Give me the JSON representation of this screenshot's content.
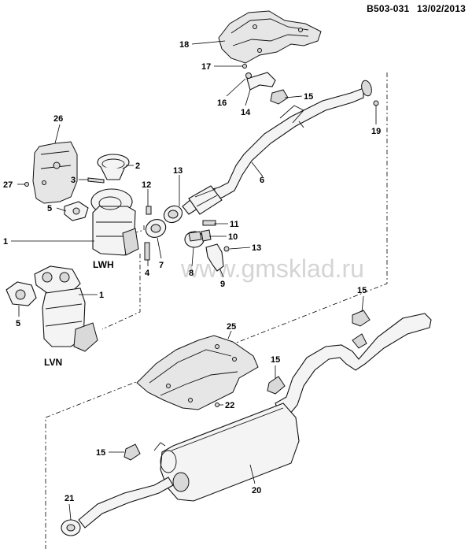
{
  "header": {
    "code": "B503-031",
    "date": "13/02/2013"
  },
  "watermark": "www.gmsklad.ru",
  "engine_labels": {
    "upper": "LWH",
    "lower": "LVN"
  },
  "callouts": {
    "c18": "18",
    "c17": "17",
    "c16": "16",
    "c14": "14",
    "c15a": "15",
    "c19": "19",
    "c26": "26",
    "c2": "2",
    "c3": "3",
    "c27": "27",
    "c13a": "13",
    "c6": "6",
    "c12": "12",
    "c5a": "5",
    "c11": "11",
    "c10": "10",
    "c1a": "1",
    "c13b": "13",
    "c4": "4",
    "c7": "7",
    "c8": "8",
    "c9": "9",
    "c1b": "1",
    "c5b": "5",
    "c15b": "15",
    "c25": "25",
    "c15c": "15",
    "c22": "22",
    "c15d": "15",
    "c20": "20",
    "c21": "21"
  }
}
